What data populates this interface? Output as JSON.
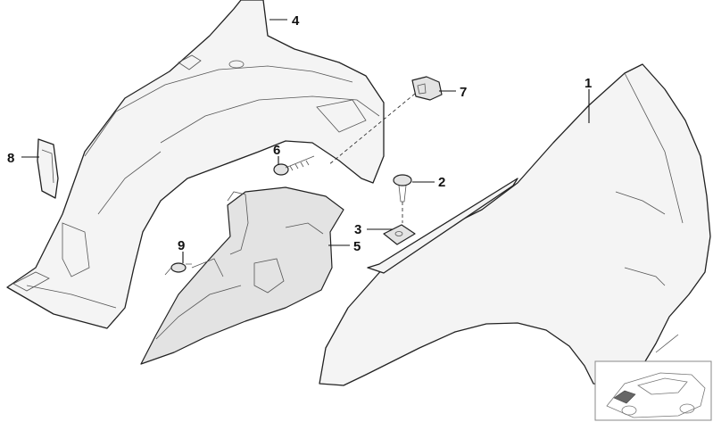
{
  "callouts": [
    {
      "id": "fender",
      "number": "1"
    },
    {
      "id": "bolt",
      "number": "2"
    },
    {
      "id": "nut-clip",
      "number": "3"
    },
    {
      "id": "wheel-arch-liner",
      "number": "4"
    },
    {
      "id": "splash-guard",
      "number": "5"
    },
    {
      "id": "screw",
      "number": "6"
    },
    {
      "id": "expanding-rivet",
      "number": "7"
    },
    {
      "id": "cover-flap",
      "number": "8"
    },
    {
      "id": "push-clip",
      "number": "9"
    }
  ],
  "thumbnail": {
    "icon": "vehicle-overview-icon"
  }
}
